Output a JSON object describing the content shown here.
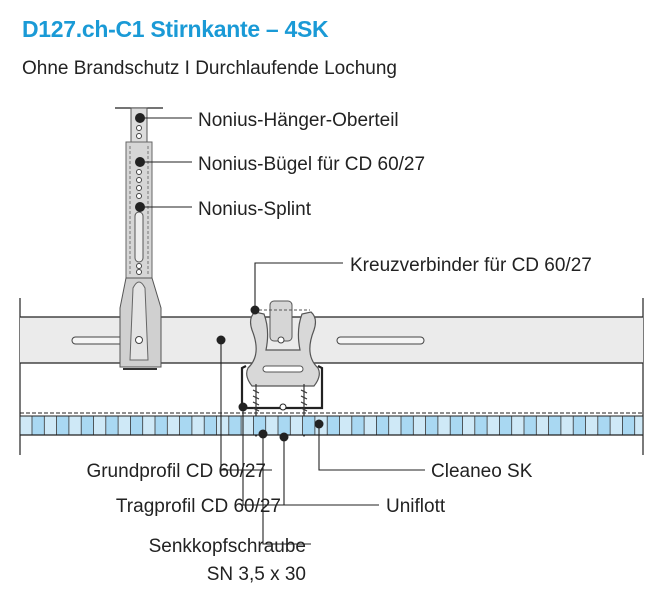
{
  "header": {
    "title": "D127.ch-C1 Stirnkante – 4SK",
    "subtitle": "Ohne Brandschutz I Durchlaufende Lochung"
  },
  "labels": {
    "hanger_top": "Nonius-Hänger-Oberteil",
    "hanger_bracket": "Nonius-Bügel für CD 60/27",
    "hanger_pin": "Nonius-Splint",
    "cross_connector": "Kreuzverbinder für CD 60/27",
    "base_profile": "Grundprofil CD 60/27",
    "support_profile": "Tragprofil CD 60/27",
    "screw_line1": "Senkkopfschraube",
    "screw_line2": "SN 3,5 x 30",
    "filler": "Uniflott",
    "board": "Cleaneo SK"
  },
  "colors": {
    "title": "#1a9ad6",
    "board_fill": "#cfe9f7",
    "profile_fill": "#ebebeb"
  }
}
